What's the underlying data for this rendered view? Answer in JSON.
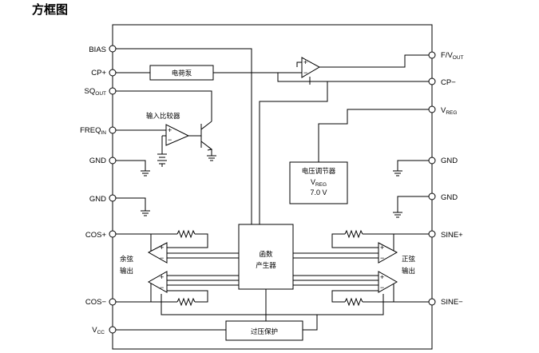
{
  "title": "方框图",
  "pins_left": {
    "bias": "BIAS",
    "cp_plus": "CP+",
    "sq_main": "SQ",
    "sq_sub": "OUT",
    "freq_main": "FREQ",
    "freq_sub": "IN",
    "gnd1": "GND",
    "gnd2": "GND",
    "cos_plus": "COS+",
    "cos_minus": "COS−",
    "vcc_main": "V",
    "vcc_sub": "CC"
  },
  "pins_right": {
    "fv_main": "F/V",
    "fv_sub": "OUT",
    "cp_minus": "CP−",
    "vreg_main": "V",
    "vreg_sub": "REG",
    "gnd1": "GND",
    "gnd2": "GND",
    "sine_plus": "SINE+",
    "sine_minus": "SINE−"
  },
  "blocks": {
    "charge_pump": "电荷泵",
    "input_comparator": "输入比较器",
    "regulator_line1": "电压调节器",
    "regulator_main": "V",
    "regulator_sub": "REG",
    "regulator_voltage": "7.0 V",
    "function_gen_line1": "函数",
    "function_gen_line2": "产生器",
    "overvoltage": "过压保护",
    "cosine_line1": "余弦",
    "cosine_line2": "输出",
    "sine_line1": "正弦",
    "sine_line2": "输出"
  },
  "symbols": {
    "plus": "+",
    "minus": "−"
  }
}
